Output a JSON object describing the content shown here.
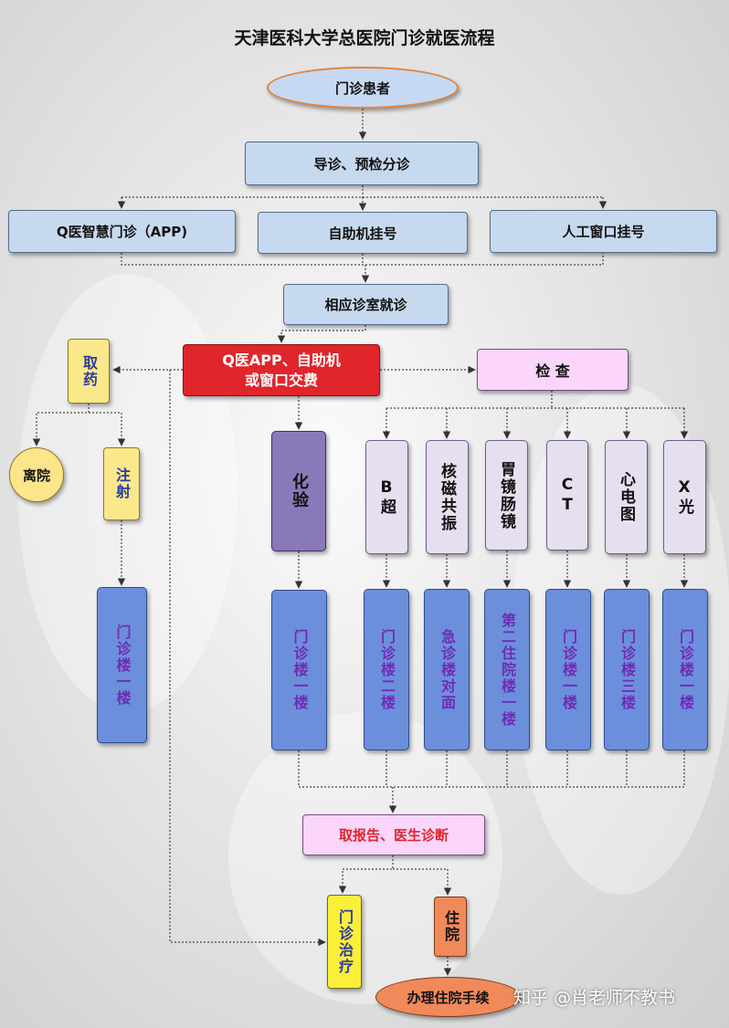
{
  "title": "天津医科大学总医院门诊就医流程",
  "nodes": {
    "patient": "门诊患者",
    "triage": "导诊、预检分诊",
    "app": "Q医智慧门诊（APP)",
    "kiosk": "自助机挂号",
    "manual": "人工窗口挂号",
    "consult": "相应诊室就诊",
    "pay_line1": "Q医APP、自助机",
    "pay_line2": "或窗口交费",
    "medicine": "取药",
    "leave": "离院",
    "injection": "注射",
    "injection_floor": "门诊楼一楼",
    "exam": "检 查",
    "lab": "化验",
    "lab_floor": "门诊楼一楼",
    "b_ultrasound": "B超",
    "b_floor": "门诊楼二楼",
    "mri": "核磁共振",
    "mri_floor": "急诊楼对面",
    "gastro": "胃镜肠镜",
    "gastro_floor": "第二住院楼一楼",
    "ct": "CT",
    "ct_floor": "门诊楼一楼",
    "ecg": "心电图",
    "ecg_floor": "门诊楼三楼",
    "xray": "X光",
    "xray_floor": "门诊楼一楼",
    "report": "取报告、医生诊断",
    "outpatient_treatment": "门诊治疗",
    "hospitalize": "住院",
    "admission": "办理住院手续"
  },
  "watermark": "知乎 @肖老师不教书",
  "colors": {
    "oval_blue": "#c7d9f2",
    "oval_border": "#e2843a",
    "process_blue": "#c7d9ee",
    "payment_red": "#e0252b",
    "exam_pink": "#fbd5fb",
    "report_text": "#e0252b",
    "yellow": "#fbe88a",
    "lab_purple": "#8a79b9",
    "floor_blue": "#6c8fdc",
    "floor_text": "#6f2cb5",
    "orange": "#f08a5a",
    "leave_yellow": "#fde58a",
    "medicine_text": "#2a3aa0"
  }
}
